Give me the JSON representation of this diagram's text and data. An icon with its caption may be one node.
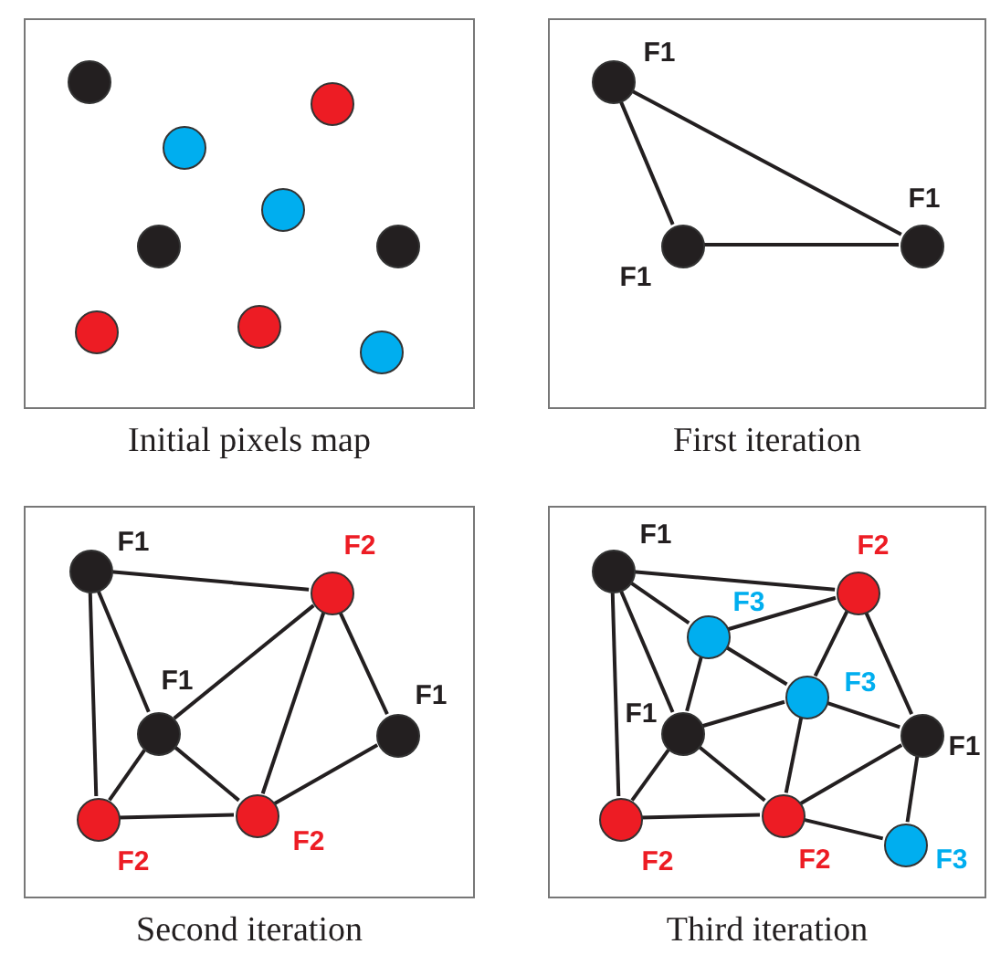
{
  "diagram": {
    "nodes": [
      {
        "text": [
          "Initial pixels map"
        ]
      },
      {
        "text": [
          "First iteration"
        ]
      },
      {
        "text": [
          "Second iteration"
        ]
      },
      {
        "text": [
          "Third iteration"
        ]
      },
      {
        "text": [],
        "shape": "circle",
        "in": 0
      },
      {
        "text": [],
        "shape": "circle",
        "in": 0
      },
      {
        "text": [],
        "shape": "circle",
        "in": 0
      },
      {
        "text": [],
        "shape": "circle",
        "in": 0
      },
      {
        "text": [],
        "shape": "circle",
        "in": 0
      },
      {
        "text": [],
        "shape": "circle",
        "in": 0
      },
      {
        "text": [],
        "shape": "circle",
        "in": 0
      },
      {
        "text": [],
        "shape": "circle",
        "in": 0
      },
      {
        "text": [],
        "shape": "circle",
        "in": 0
      },
      {
        "text": [],
        "shape": "circle",
        "in": 1,
        "beside": [
          "F1"
        ]
      },
      {
        "text": [],
        "shape": "circle",
        "in": 1,
        "beside": [
          "F1"
        ]
      },
      {
        "text": [],
        "shape": "circle",
        "in": 1,
        "beside": [
          "F1"
        ]
      },
      {
        "text": [],
        "shape": "circle",
        "in": 2,
        "beside": [
          "F1"
        ]
      },
      {
        "text": [],
        "shape": "circle",
        "in": 2,
        "beside": [
          "F2"
        ]
      },
      {
        "text": [],
        "shape": "circle",
        "in": 2,
        "beside": [
          "F1"
        ]
      },
      {
        "text": [],
        "shape": "circle",
        "in": 2,
        "beside": [
          "F1"
        ]
      },
      {
        "text": [],
        "shape": "circle",
        "in": 2,
        "beside": [
          "F2"
        ]
      },
      {
        "text": [],
        "shape": "circle",
        "in": 2,
        "beside": [
          "F2"
        ]
      },
      {
        "text": [],
        "shape": "circle",
        "in": 3,
        "beside": [
          "F1"
        ]
      },
      {
        "text": [],
        "shape": "circle",
        "in": 3,
        "beside": [
          "F2"
        ]
      },
      {
        "text": [],
        "shape": "circle",
        "in": 3,
        "beside": [
          "F3"
        ]
      },
      {
        "text": [],
        "shape": "circle",
        "in": 3,
        "beside": [
          "F3"
        ]
      },
      {
        "text": [],
        "shape": "circle",
        "in": 3,
        "beside": [
          "F1"
        ]
      },
      {
        "text": [],
        "shape": "circle",
        "in": 3,
        "beside": [
          "F1"
        ]
      },
      {
        "text": [],
        "shape": "circle",
        "in": 3,
        "beside": [
          "F2"
        ]
      },
      {
        "text": [],
        "shape": "circle",
        "in": 3,
        "beside": [
          "F2"
        ]
      },
      {
        "text": [],
        "shape": "circle",
        "in": 3,
        "beside": [
          "F3"
        ]
      }
    ],
    "edges": [
      {
        "from": 13,
        "to": 14,
        "arrow": "none"
      },
      {
        "from": 13,
        "to": 15,
        "arrow": "none"
      },
      {
        "from": 14,
        "to": 15,
        "arrow": "none"
      },
      {
        "from": 16,
        "to": 17,
        "arrow": "none"
      },
      {
        "from": 16,
        "to": 18,
        "arrow": "none"
      },
      {
        "from": 16,
        "to": 20,
        "arrow": "none"
      },
      {
        "from": 17,
        "to": 18,
        "arrow": "none"
      },
      {
        "from": 17,
        "to": 21,
        "arrow": "none"
      },
      {
        "from": 17,
        "to": 19,
        "arrow": "none"
      },
      {
        "from": 18,
        "to": 20,
        "arrow": "none"
      },
      {
        "from": 18,
        "to": 21,
        "arrow": "none"
      },
      {
        "from": 20,
        "to": 21,
        "arrow": "none"
      },
      {
        "from": 19,
        "to": 21,
        "arrow": "none"
      },
      {
        "from": 22,
        "to": 23,
        "arrow": "none"
      },
      {
        "from": 22,
        "to": 24,
        "arrow": "none"
      },
      {
        "from": 22,
        "to": 26,
        "arrow": "none"
      },
      {
        "from": 22,
        "to": 28,
        "arrow": "none"
      },
      {
        "from": 24,
        "to": 23,
        "arrow": "none"
      },
      {
        "from": 24,
        "to": 26,
        "arrow": "none"
      },
      {
        "from": 24,
        "to": 25,
        "arrow": "none"
      },
      {
        "from": 23,
        "to": 25,
        "arrow": "none"
      },
      {
        "from": 23,
        "to": 27,
        "arrow": "none"
      },
      {
        "from": 25,
        "to": 26,
        "arrow": "none"
      },
      {
        "from": 25,
        "to": 27,
        "arrow": "none"
      },
      {
        "from": 25,
        "to": 29,
        "arrow": "none"
      },
      {
        "from": 26,
        "to": 28,
        "arrow": "none"
      },
      {
        "from": 26,
        "to": 29,
        "arrow": "none"
      },
      {
        "from": 28,
        "to": 29,
        "arrow": "none"
      },
      {
        "from": 29,
        "to": 27,
        "arrow": "none"
      },
      {
        "from": 29,
        "to": 30,
        "arrow": "none"
      },
      {
        "from": 27,
        "to": 30,
        "arrow": "none"
      }
    ]
  }
}
